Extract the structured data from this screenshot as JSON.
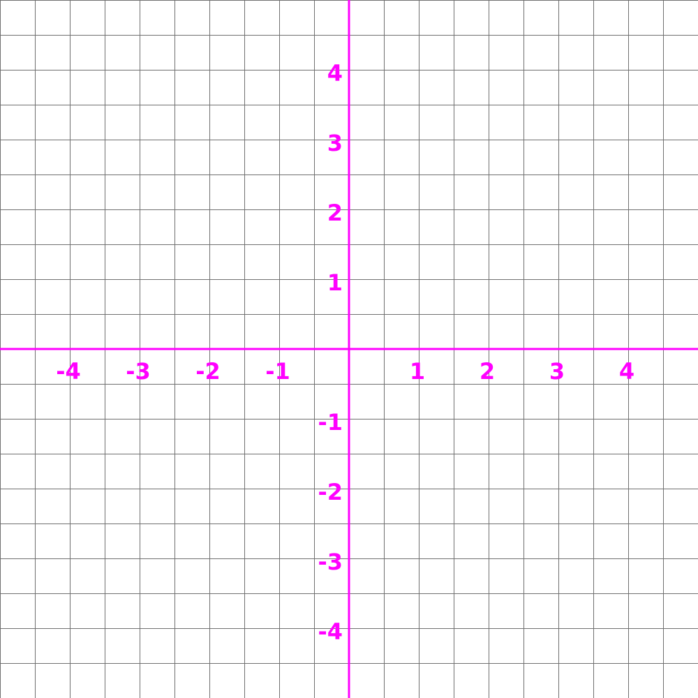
{
  "chart_data": {
    "type": "coordinate-plane",
    "xlim": [
      -5,
      5
    ],
    "ylim": [
      -5,
      5
    ],
    "grid": true,
    "grid_step": 0.5,
    "axis_color": "#ff00ff",
    "grid_color": "#6f6f6f",
    "label_color": "#ff00ff",
    "x_ticks": [
      {
        "value": -4,
        "label": "-4"
      },
      {
        "value": -3,
        "label": "-3"
      },
      {
        "value": -2,
        "label": "-2"
      },
      {
        "value": -1,
        "label": "-1"
      },
      {
        "value": 1,
        "label": "1"
      },
      {
        "value": 2,
        "label": "2"
      },
      {
        "value": 3,
        "label": "3"
      },
      {
        "value": 4,
        "label": "4"
      }
    ],
    "y_ticks": [
      {
        "value": 4,
        "label": "4"
      },
      {
        "value": 3,
        "label": "3"
      },
      {
        "value": 2,
        "label": "2"
      },
      {
        "value": 1,
        "label": "1"
      },
      {
        "value": -1,
        "label": "-1"
      },
      {
        "value": -2,
        "label": "-2"
      },
      {
        "value": -3,
        "label": "-3"
      },
      {
        "value": -4,
        "label": "-4"
      }
    ]
  }
}
